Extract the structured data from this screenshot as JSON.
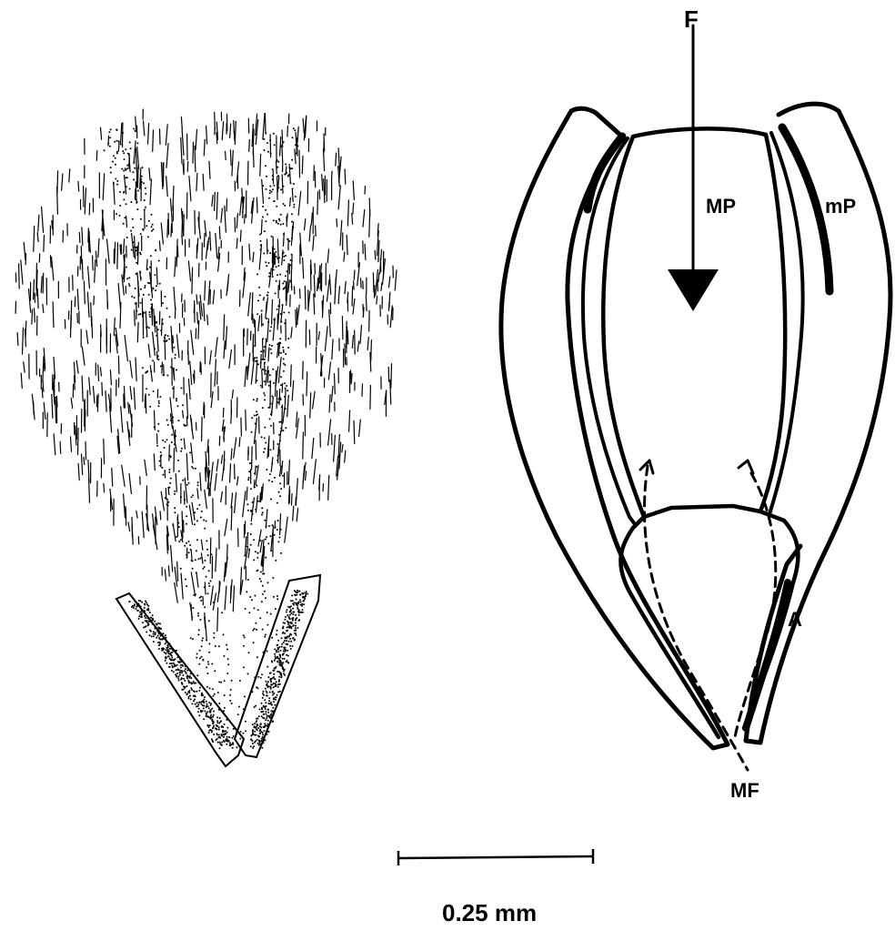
{
  "labels": {
    "force": "F",
    "major_piece": "MP",
    "minor_piece": "mP",
    "hinge": "A",
    "mouth": "MF"
  },
  "scale_bar": {
    "text": "0.25 mm"
  },
  "colors": {
    "ink": "#000000",
    "paper": "#ffffff"
  }
}
